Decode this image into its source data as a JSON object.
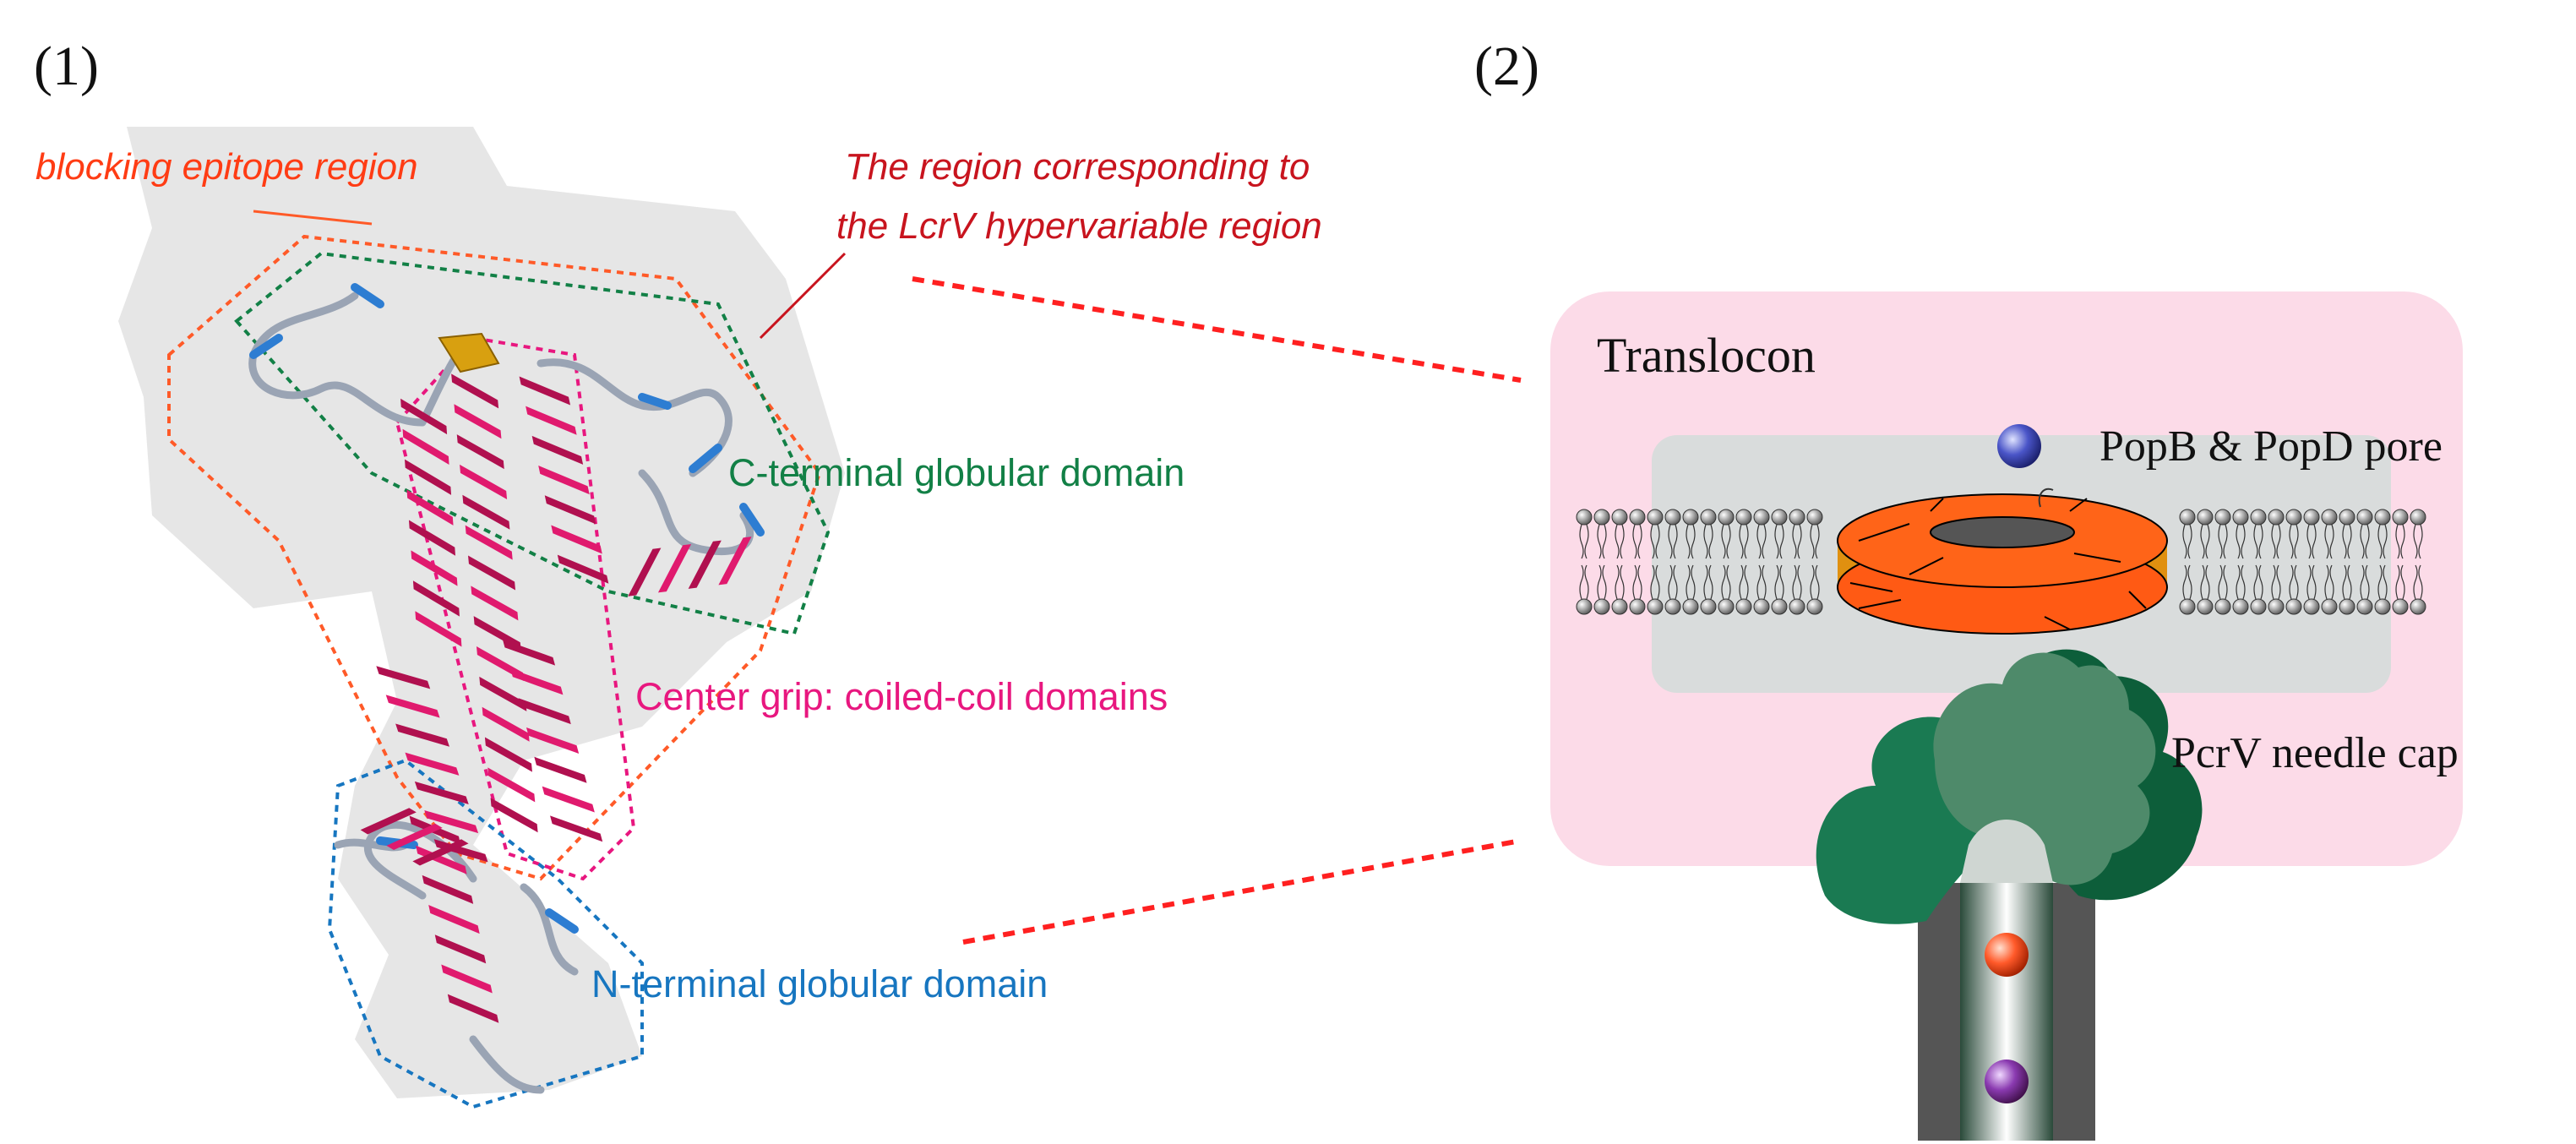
{
  "panel_labels": {
    "left": "(1)",
    "right": "(2)"
  },
  "structure_annotations": {
    "blocking_epitope": "blocking epitope region",
    "hypervariable_line1": "The region corresponding to",
    "hypervariable_line2": "the LcrV hypervariable region",
    "c_terminal": "C-terminal globular domain",
    "center_grip": "Center grip: coiled-coil domains",
    "n_terminal": "N-terminal globular domain"
  },
  "schematic_labels": {
    "translocon": "Translocon",
    "pore": "PopB & PopD pore",
    "needle_cap": "PcrV needle cap"
  },
  "colors": {
    "blocking_epitope": "#ff3c14",
    "hypervariable": "#c8141e",
    "c_terminal": "#128046",
    "center_grip": "#e8177f",
    "n_terminal": "#1776c0",
    "helix": "#e01a6e",
    "translocon_bg": "#fcdbe8",
    "pore_orange": "#ff5a14",
    "needle_cap_green": "#1a7a52"
  }
}
